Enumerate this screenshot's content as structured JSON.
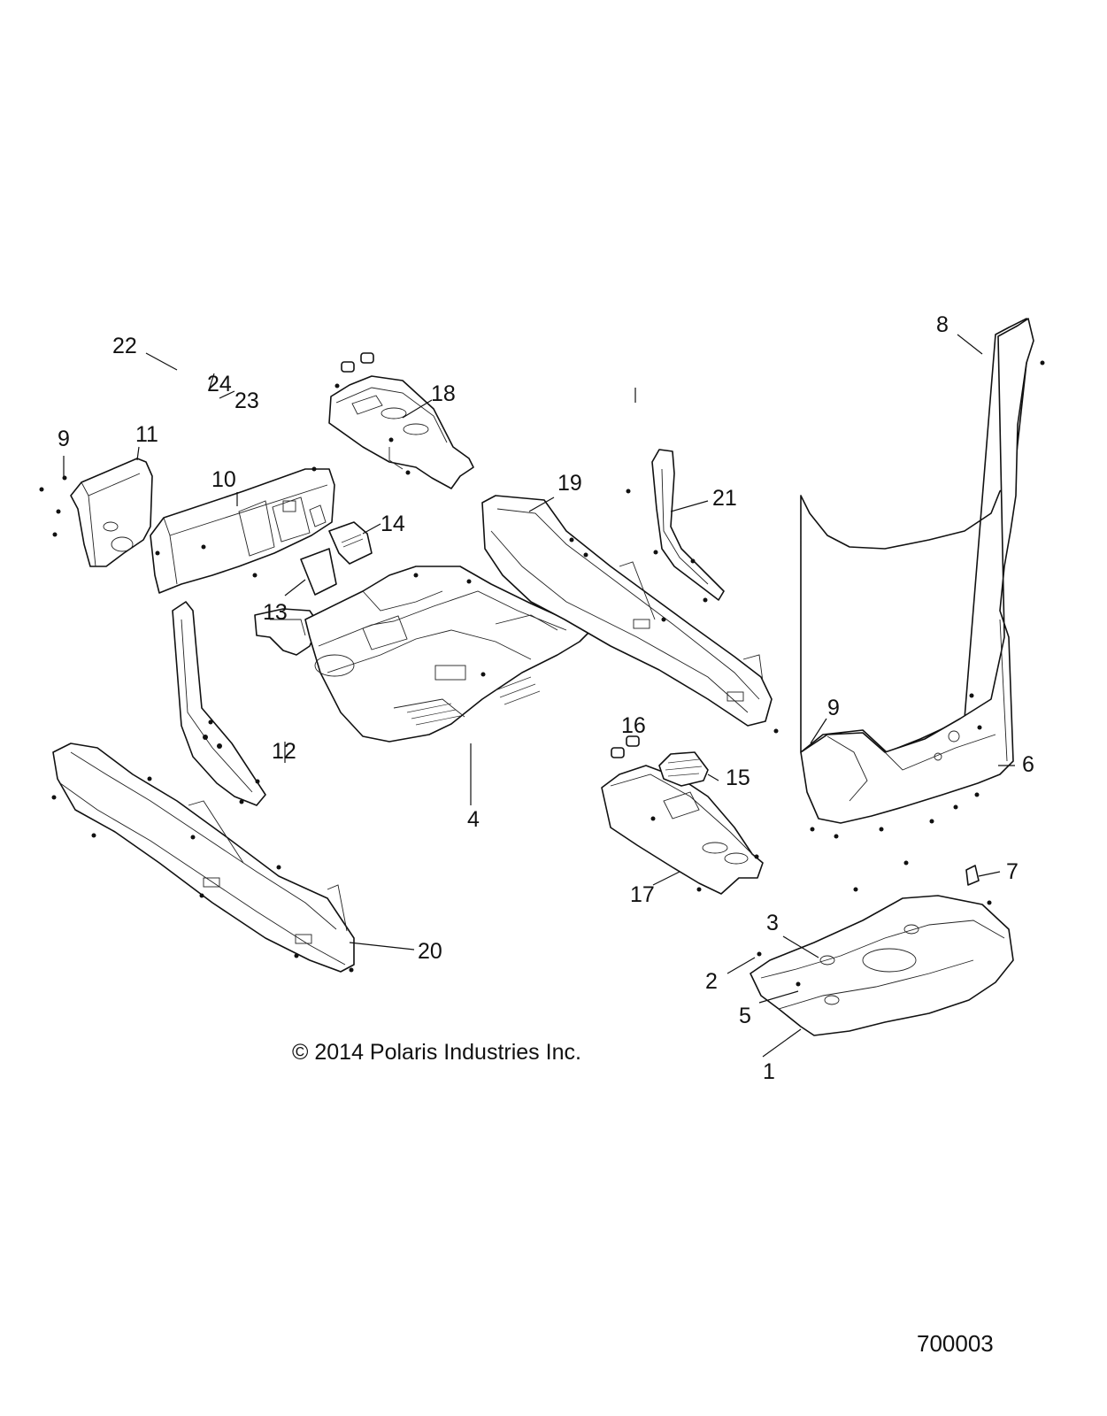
{
  "diagram": {
    "copyright": "© 2014 Polaris Industries Inc.",
    "doc_number": "700003",
    "callouts": {
      "c1": "1",
      "c2": "2",
      "c3": "3",
      "c4": "4",
      "c5": "5",
      "c6": "6",
      "c7": "7",
      "c8": "8",
      "c9a": "9",
      "c9b": "9",
      "c10": "10",
      "c11": "11",
      "c12": "12",
      "c13": "13",
      "c14": "14",
      "c15": "15",
      "c16": "16",
      "c17": "17",
      "c18": "18",
      "c19": "19",
      "c20": "20",
      "c21": "21",
      "c22": "22",
      "c23": "23",
      "c24": "24"
    }
  }
}
